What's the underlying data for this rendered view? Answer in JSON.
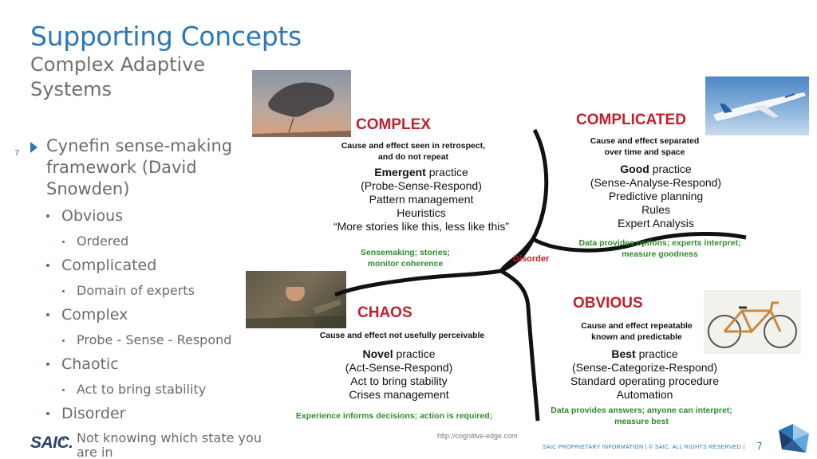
{
  "header": {
    "title": "Supporting Concepts",
    "subtitle": "Complex Adaptive Systems",
    "slide_number_left": "7"
  },
  "bullets": {
    "main": "Cynefin sense-making framework (David Snowden)",
    "items": [
      {
        "label": "Obvious",
        "sub": "Ordered"
      },
      {
        "label": "Complicated",
        "sub": "Domain of experts"
      },
      {
        "label": "Complex",
        "sub": "Probe - Sense - Respond"
      },
      {
        "label": "Chaotic",
        "sub": "Act to bring stability"
      },
      {
        "label": "Disorder",
        "sub": "Not knowing which state you are in"
      }
    ]
  },
  "diagram": {
    "complex": {
      "heading": "COMPLEX",
      "desc_1": "Cause and effect seen in retrospect,",
      "desc_2": "and do not repeat",
      "practice_em": "Emergent",
      "practice_rest": " practice",
      "lines": [
        "(Probe-Sense-Respond)",
        "Pattern management",
        "Heuristics",
        "“More stories like this, less like this”"
      ],
      "green_1": "Sensemaking; stories;",
      "green_2": "monitor coherence"
    },
    "complicated": {
      "heading": "COMPLICATED",
      "desc_1": "Cause and effect separated",
      "desc_2": "over time and space",
      "practice_em": "Good",
      "practice_rest": " practice",
      "lines": [
        "(Sense-Analyse-Respond)",
        "Predictive planning",
        "Rules",
        "Expert Analysis"
      ],
      "green_1": "Data provides options; experts interpret;",
      "green_2": "measure goodness"
    },
    "chaos": {
      "heading": "CHAOS",
      "desc_1": "Cause and effect not usefully perceivable",
      "practice_em": "Novel",
      "practice_rest": " practice",
      "lines": [
        "(Act-Sense-Respond)",
        "Act to bring stability",
        "Crises management"
      ],
      "green_1": "Experience informs decisions; action is required;"
    },
    "obvious": {
      "heading": "OBVIOUS",
      "desc_1": "Cause and effect repeatable",
      "desc_2": "known and predictable",
      "practice_em": "Best",
      "practice_rest": " practice",
      "lines": [
        "(Sense-Categorize-Respond)",
        "Standard operating procedure",
        "Automation"
      ],
      "green_1": "Data provides answers; anyone can interpret;",
      "green_2": "measure best"
    },
    "disorder": "Disorder"
  },
  "source_url": "http://cognitive-edge.com",
  "footer": {
    "logo": "SAIC.",
    "text": "SAIC PROPRIETARY INFORMATION   |   © SAIC. ALL RIGHTS RESERVED   |",
    "page": "7"
  },
  "colors": {
    "accent": "#2a78b8",
    "heading_red": "#c0202a",
    "green": "#2f8a2f"
  }
}
